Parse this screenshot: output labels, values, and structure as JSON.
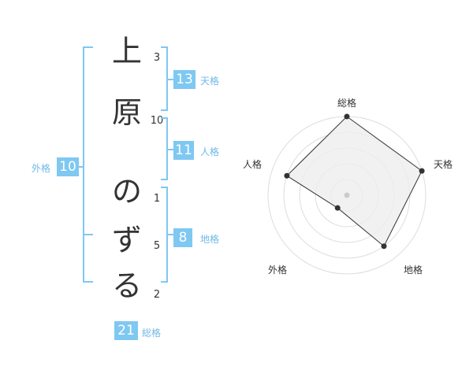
{
  "name": {
    "characters": [
      {
        "char": "上",
        "strokes": "3"
      },
      {
        "char": "原",
        "strokes": "10"
      },
      {
        "char": "の",
        "strokes": "1"
      },
      {
        "char": "ず",
        "strokes": "5"
      },
      {
        "char": "る",
        "strokes": "2"
      }
    ]
  },
  "fortune": {
    "tenkaku": {
      "value": "13",
      "label": "天格"
    },
    "jinkaku": {
      "value": "11",
      "label": "人格"
    },
    "chikaku": {
      "value": "8",
      "label": "地格"
    },
    "gaikaku": {
      "value": "10",
      "label": "外格"
    },
    "soukaku": {
      "value": "21",
      "label": "総格"
    }
  },
  "radar": {
    "axes": [
      "総格",
      "天格",
      "地格",
      "外格",
      "人格"
    ],
    "values": [
      5,
      5,
      4,
      1,
      4
    ],
    "max": 5,
    "rings": 5,
    "colors": {
      "ring": "#dddddd",
      "fill": "#eeeeee",
      "line": "#333333",
      "point": "#333333",
      "center": "#cccccc"
    }
  },
  "colors": {
    "bracket": "#7ec8f2",
    "badge": "#7ec8f2",
    "tag": "#6fb9e6"
  }
}
